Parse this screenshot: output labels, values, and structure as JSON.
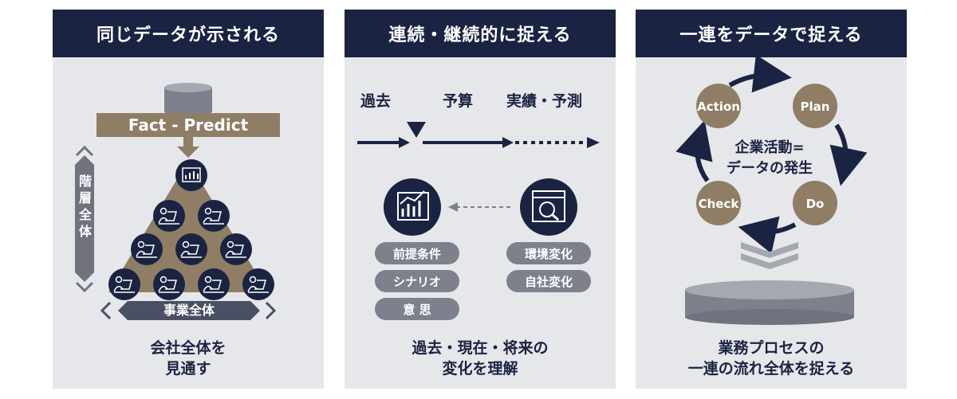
{
  "panel1": {
    "title": "同じデータが示される",
    "fact_predict": "Fact - Predict",
    "hierarchy_label": "階層全体",
    "business_label": "事業全体",
    "caption_line1": "会社全体を",
    "caption_line2": "見通す"
  },
  "panel2": {
    "title": "連続・継続的に捉える",
    "timeline": [
      "過去",
      "予算",
      "実績・予測"
    ],
    "left_pills": [
      "前提条件",
      "シナリオ",
      "意 思"
    ],
    "right_pills": [
      "環境変化",
      "自社変化"
    ],
    "caption_line1": "過去・現在・将来の",
    "caption_line2": "変化を理解"
  },
  "panel3": {
    "title": "一連をデータで捉える",
    "cycle": [
      "Action",
      "Plan",
      "Do",
      "Check"
    ],
    "center_line1": "企業活動=",
    "center_line2": "データの発生",
    "caption_line1": "業務プロセスの",
    "caption_line2": "一連の流れ全体を捉える"
  },
  "colors": {
    "navy": "#1a2342",
    "tan": "#8f7d66",
    "gray": "#7c818c",
    "panel": "#e6e7ea"
  }
}
